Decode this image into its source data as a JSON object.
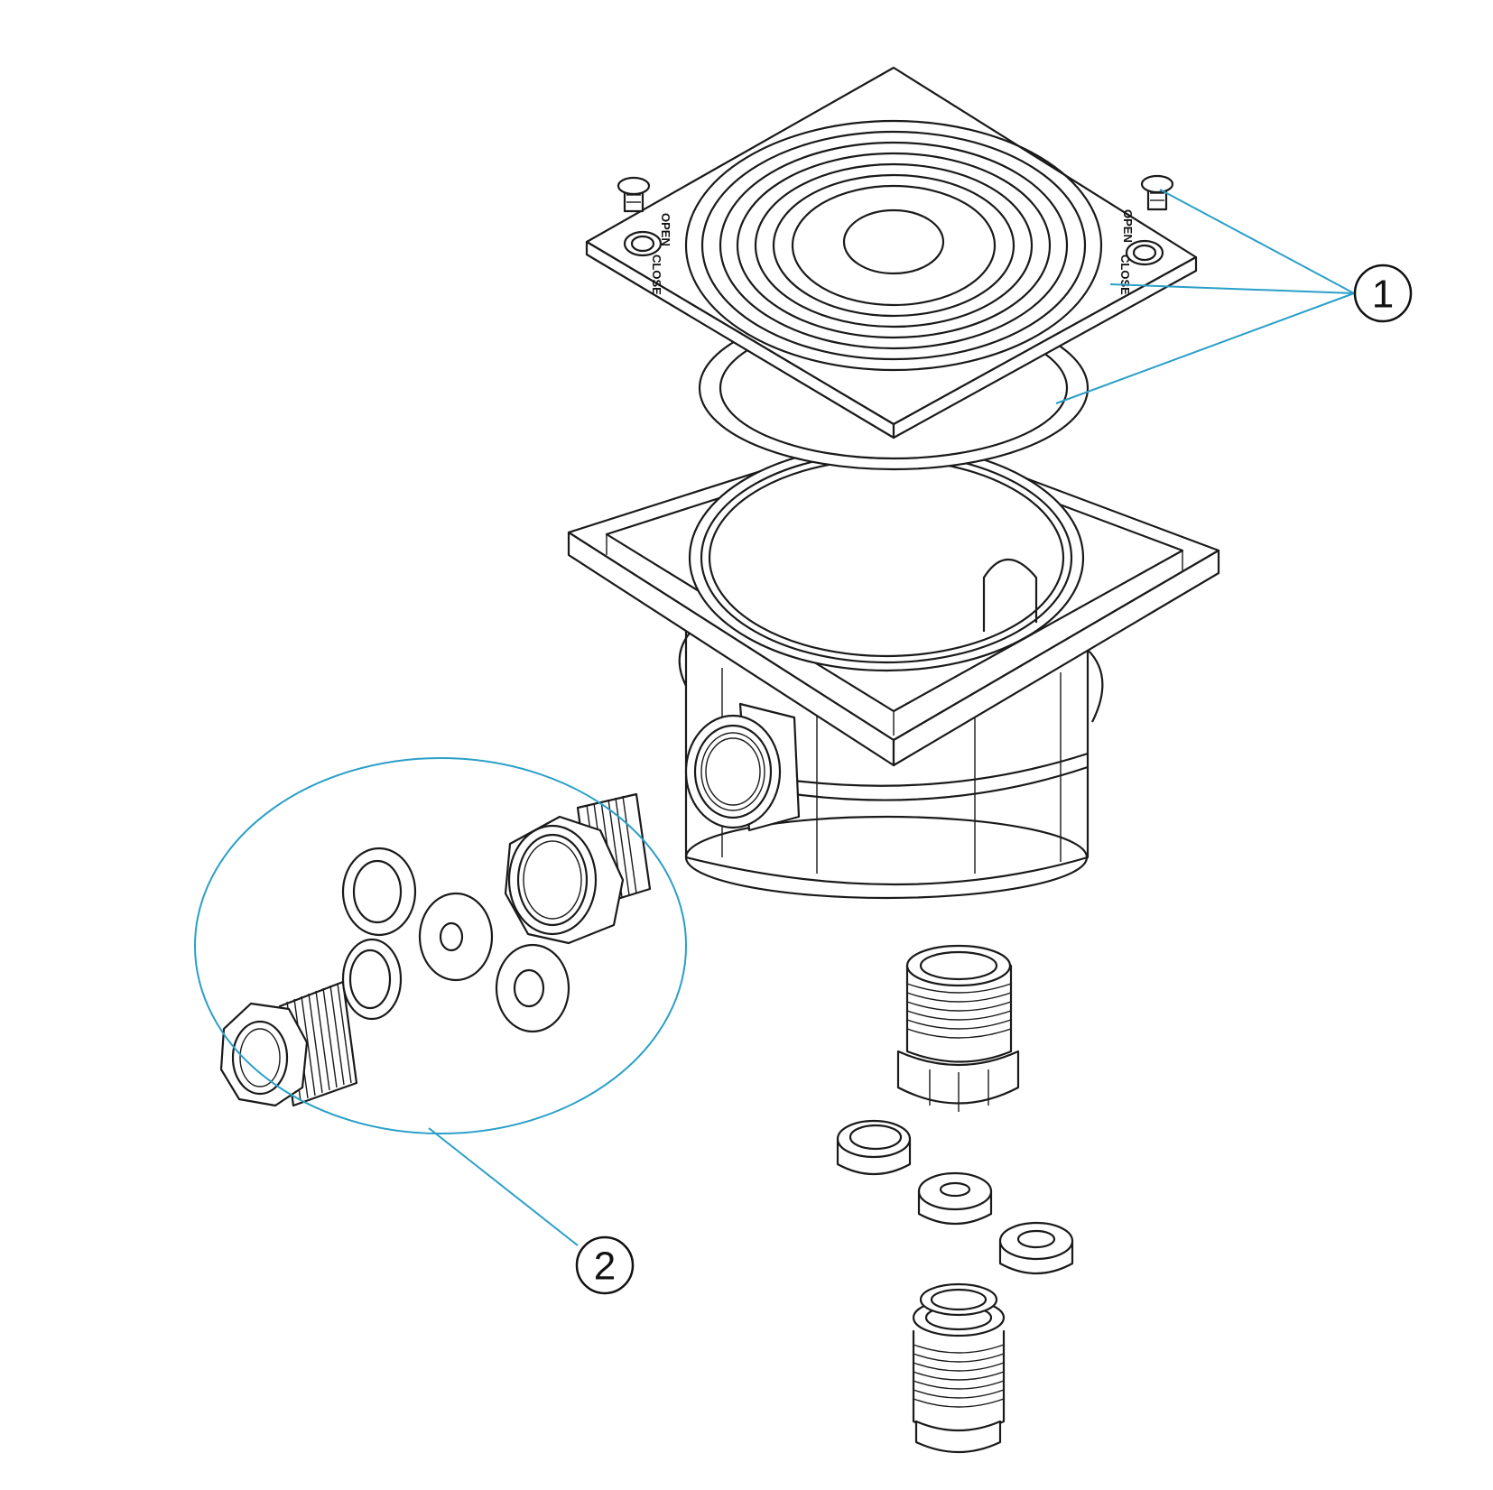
{
  "callouts": [
    {
      "id": "1",
      "label": "1"
    },
    {
      "id": "2",
      "label": "2"
    }
  ],
  "lid_markings": {
    "left_open": "OPEN",
    "left_close": "CLOSE",
    "right_open": "OPEN",
    "right_close": "CLOSE"
  },
  "colors": {
    "leader": "#2a9fc8",
    "line": "#1a1a1a",
    "background": "#ffffff"
  }
}
